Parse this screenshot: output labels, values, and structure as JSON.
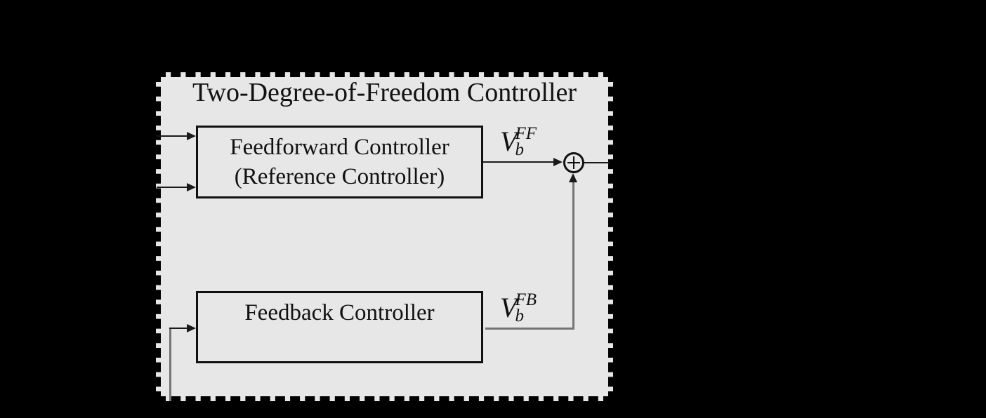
{
  "diagram": {
    "title": "Two-Degree-of-Freedom Controller",
    "feedforward_box": {
      "line1": "Feedforward Controller",
      "line2": "(Reference Controller)"
    },
    "feedback_box": {
      "label": "Feedback Controller"
    },
    "ff_output_label": {
      "base": "V",
      "sub": "b",
      "sup": "FF"
    },
    "fb_output_label": {
      "base": "V",
      "sub": "b",
      "sup": "FB"
    },
    "summing_junction": {
      "symbol": "+"
    },
    "colors": {
      "canvas_background": "#000000",
      "panel_fill": "#e7e7e7",
      "line_black": "#1a1a1a",
      "line_gray": "#757575"
    }
  }
}
